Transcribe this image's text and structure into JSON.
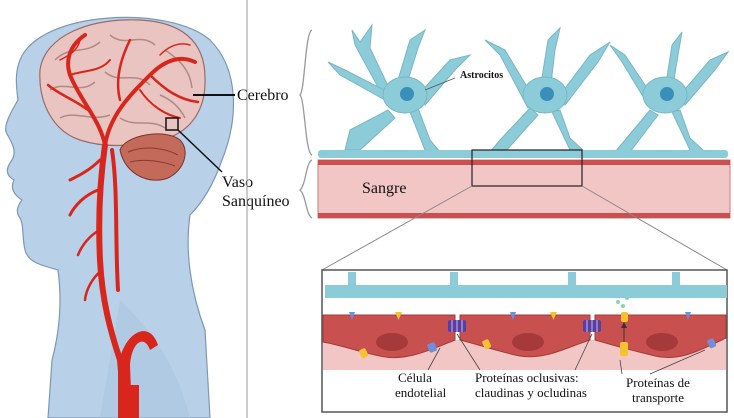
{
  "labels": {
    "cerebro": "Cerebro",
    "vaso_line1": "Vaso",
    "vaso_line2": "Sanquíneo",
    "astrocitos": "Astrocitos",
    "sangre": "Sangre",
    "celula_line1": "Célula",
    "celula_line2": "endotelial",
    "proteinas_oclusivas_line1": "Proteínas oclusivas:",
    "proteinas_oclusivas_line2": "claudinas y ocludinas",
    "proteinas_transporte_line1": "Proteínas de",
    "proteinas_transporte_line2": "transporte"
  },
  "colors": {
    "skin": "#b8d0e8",
    "brain": "#e9c4c0",
    "cerebellum": "#c46a5a",
    "artery": "#d9261c",
    "astrocyte": "#8ccbd8",
    "astrocyte_nucleus": "#3a8fb8",
    "blood": "#f3c6c6",
    "endothelium": "#c8504f",
    "protein_purple": "#5b3fa0",
    "protein_yellow": "#f2c230",
    "protein_blue": "#6f8fd8"
  }
}
